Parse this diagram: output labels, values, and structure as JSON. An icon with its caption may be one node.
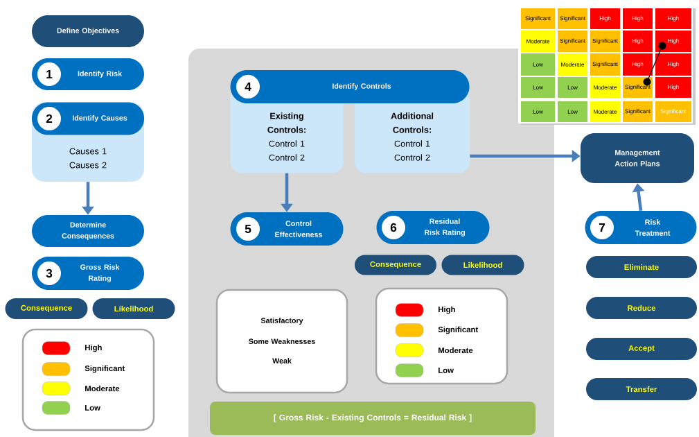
{
  "diagram": {
    "nodes": [
      {
        "text": [
          "Define Objectives"
        ]
      },
      {
        "text": [
          "1",
          "Identify Risk"
        ]
      },
      {
        "text": [
          "2",
          "Identify Causes",
          "Causes 1 Causes 2"
        ]
      },
      {
        "text": [
          "Determine Consequences"
        ]
      },
      {
        "text": [
          "3",
          "Gross Risk Rating"
        ]
      },
      {
        "text": [
          "Consequence"
        ]
      },
      {
        "text": [
          "Likelihood"
        ]
      },
      {
        "text": [],
        "shape": "box"
      },
      {
        "text": [
          "4",
          "Identify Controls"
        ],
        "in": 7
      },
      {
        "text": [
          "Existing Controls:",
          "Control 1 Control 2"
        ],
        "in": 7
      },
      {
        "text": [
          "Additional Controls:",
          "Control 1 Control 2"
        ],
        "in": 7
      },
      {
        "text": [
          "5",
          "Control Effectiveness"
        ],
        "in": 7
      },
      {
        "text": [
          "6",
          "Residual Risk Rating"
        ],
        "in": 7
      },
      {
        "text": [
          "Consequence"
        ],
        "in": 7
      },
      {
        "text": [
          "Likelihood"
        ],
        "in": 7
      },
      {
        "text": [
          "Satisfactory",
          "Some Weaknesses",
          "Weak"
        ],
        "in": 7
      },
      {
        "text": [
          "[  Gross Risk - Existing Controls = Residual Risk  ]"
        ],
        "in": 7
      },
      {
        "text": [
          "Management Action Plans"
        ]
      },
      {
        "text": [
          "7",
          "Risk Treatment"
        ]
      },
      {
        "text": [
          "Eliminate"
        ]
      },
      {
        "text": [
          "Reduce"
        ]
      },
      {
        "text": [
          "Accept"
        ]
      },
      {
        "text": [
          "Transfer"
        ]
      }
    ],
    "edges": [
      {
        "from": 2,
        "to": 3,
        "arrow": "to"
      },
      {
        "from": 9,
        "to": 11,
        "arrow": "to"
      },
      {
        "from": 10,
        "to": 17,
        "arrow": "to"
      },
      {
        "from": 18,
        "to": 17,
        "arrow": "to"
      }
    ],
    "labels": [
      "Significant",
      "Significant",
      "High",
      "High",
      "High",
      "Moderate",
      "Significant",
      "Significant",
      "High",
      "High",
      "Low",
      "Moderate",
      "Significant",
      "High",
      "High",
      "Low",
      "Low",
      "Moderate",
      "Significant",
      "High",
      "Low",
      "Low",
      "Moderate",
      "Significant",
      "Significant"
    ],
    "legend": [
      {
        "text": "High",
        "color": "#ff0000"
      },
      {
        "text": "Significant",
        "color": "#ffc000"
      },
      {
        "text": "Moderate",
        "color": "#ffff00"
      },
      {
        "text": "Low",
        "color": "#92d050"
      },
      {
        "text": "High",
        "color": "#ff0000"
      },
      {
        "text": "Significant",
        "color": "#ffc000"
      },
      {
        "text": "Moderate",
        "color": "#ffff00"
      },
      {
        "text": "Low",
        "color": "#92d050"
      }
    ]
  }
}
